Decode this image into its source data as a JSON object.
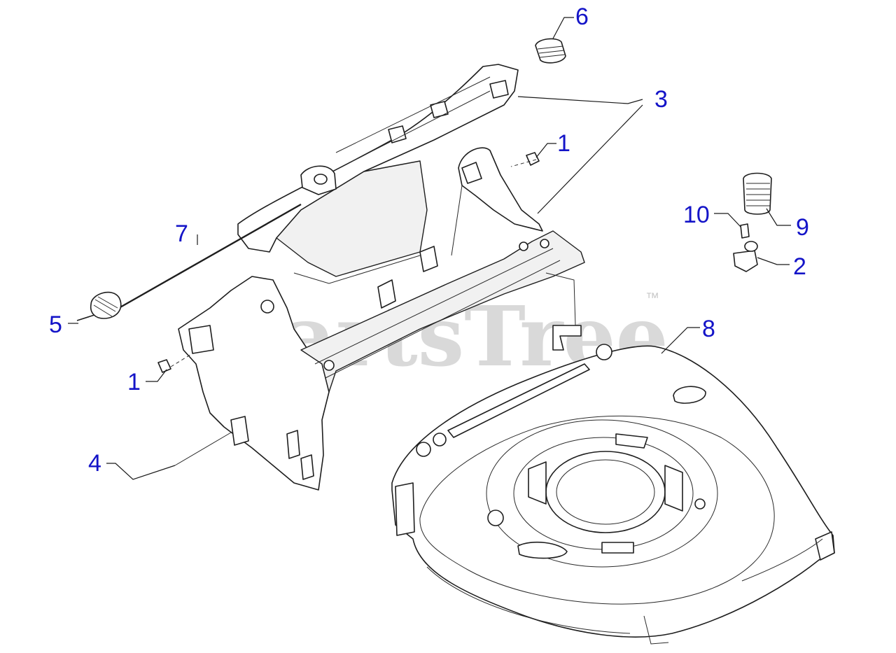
{
  "watermark": {
    "brand": "PartsTree",
    "trademark": "™"
  },
  "colors": {
    "callout": "#1414c8",
    "line": "#1e1e1e",
    "watermark": "#d2d2d2"
  },
  "callouts": [
    {
      "id": "c6",
      "text": "6"
    },
    {
      "id": "c3",
      "text": "3"
    },
    {
      "id": "c1a",
      "text": "1"
    },
    {
      "id": "c10",
      "text": "10"
    },
    {
      "id": "c9",
      "text": "9"
    },
    {
      "id": "c2",
      "text": "2"
    },
    {
      "id": "c7",
      "text": "7"
    },
    {
      "id": "c5",
      "text": "5"
    },
    {
      "id": "c8",
      "text": "8"
    },
    {
      "id": "c1b",
      "text": "1"
    },
    {
      "id": "c4",
      "text": "4"
    }
  ]
}
